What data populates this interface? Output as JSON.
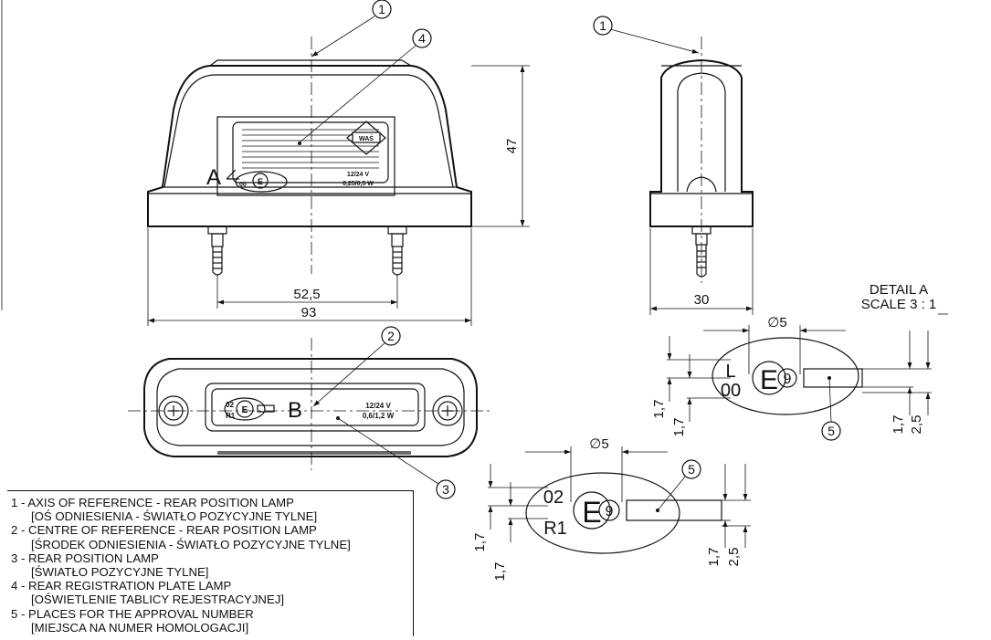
{
  "labels": {
    "callout_1": "1",
    "callout_2": "2",
    "callout_3": "3",
    "callout_4": "4",
    "callout_5": "5",
    "view_a": "A",
    "view_b": "B",
    "dim_47": "47",
    "dim_52_5": "52,5",
    "dim_93": "93",
    "dim_30": "30",
    "dim_dia5": "∅5",
    "dim_1_7": "1,7",
    "dim_2_5": "2,5"
  },
  "detail": {
    "title": "DETAIL A",
    "scale": "SCALE 3 : 1",
    "mark_top_a": "L",
    "mark_bottom_a": "00",
    "mark_top_b": "02",
    "mark_bottom_b": "R1",
    "approval_mark": "E",
    "approval_num": "9"
  },
  "lamp_front": {
    "code_top": "02",
    "code_bottom": "R1",
    "voltage": "12/24 V",
    "power": "0,6/1,2 W"
  },
  "lamp_top": {
    "voltage": "12/24 V",
    "power": "0,25/0,5 W",
    "mark": "00",
    "brand": "WAŚ"
  },
  "legend": [
    {
      "main": "1 - AXIS OF REFERENCE - REAR POSITION LAMP",
      "sub": "[OŚ ODNIESIENIA - ŚWIATŁO POZYCYJNE TYLNE]"
    },
    {
      "main": "2 - CENTRE OF REFERENCE - REAR POSITION LAMP",
      "sub": "[ŚRODEK ODNIESIENIA - ŚWIATŁO POZYCYJNE TYLNE]"
    },
    {
      "main": "3 - REAR POSITION LAMP",
      "sub": "[ŚWIATŁO POZYCYJNE TYLNE]"
    },
    {
      "main": "4 - REAR REGISTRATION PLATE LAMP",
      "sub": "[OŚWIETLENIE TABLICY REJESTRACYJNEJ]"
    },
    {
      "main": "5 - PLACES FOR THE APPROVAL NUMBER",
      "sub": "[MIEJSCA NA NUMER HOMOLOGACJI]"
    }
  ]
}
